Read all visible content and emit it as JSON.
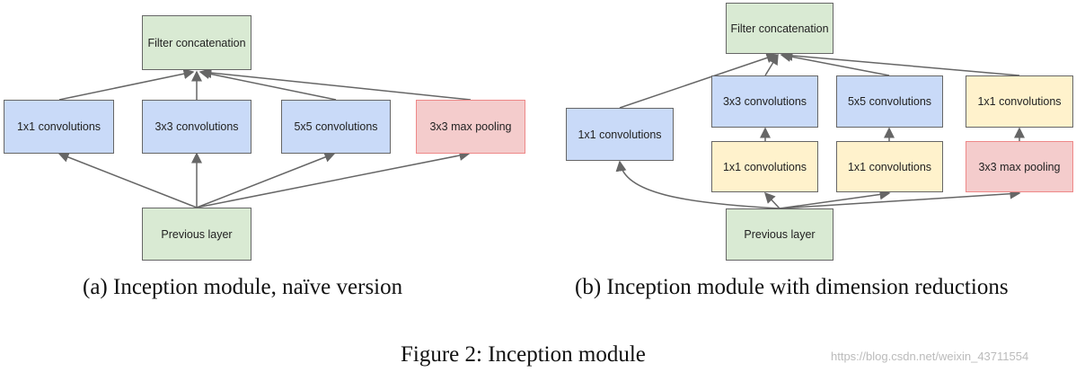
{
  "a": {
    "filter": "Filter concatenation",
    "c1": "1x1 convolutions",
    "c3": "3x3 convolutions",
    "c5": "5x5 convolutions",
    "pool": "3x3 max pooling",
    "prev": "Previous layer",
    "caption": "(a)  Inception module, naïve version"
  },
  "b": {
    "filter": "Filter concatenation",
    "c1": "1x1 convolutions",
    "c3": "3x3 convolutions",
    "c5": "5x5 convolutions",
    "c1b": "1x1 convolutions",
    "r3": "1x1 convolutions",
    "r5": "1x1 convolutions",
    "pool": "3x3 max pooling",
    "prev": "Previous layer",
    "caption": "(b)  Inception module with dimension reductions"
  },
  "figure_caption": "Figure 2: Inception module",
  "watermark": "https://blog.csdn.net/weixin_43711554"
}
